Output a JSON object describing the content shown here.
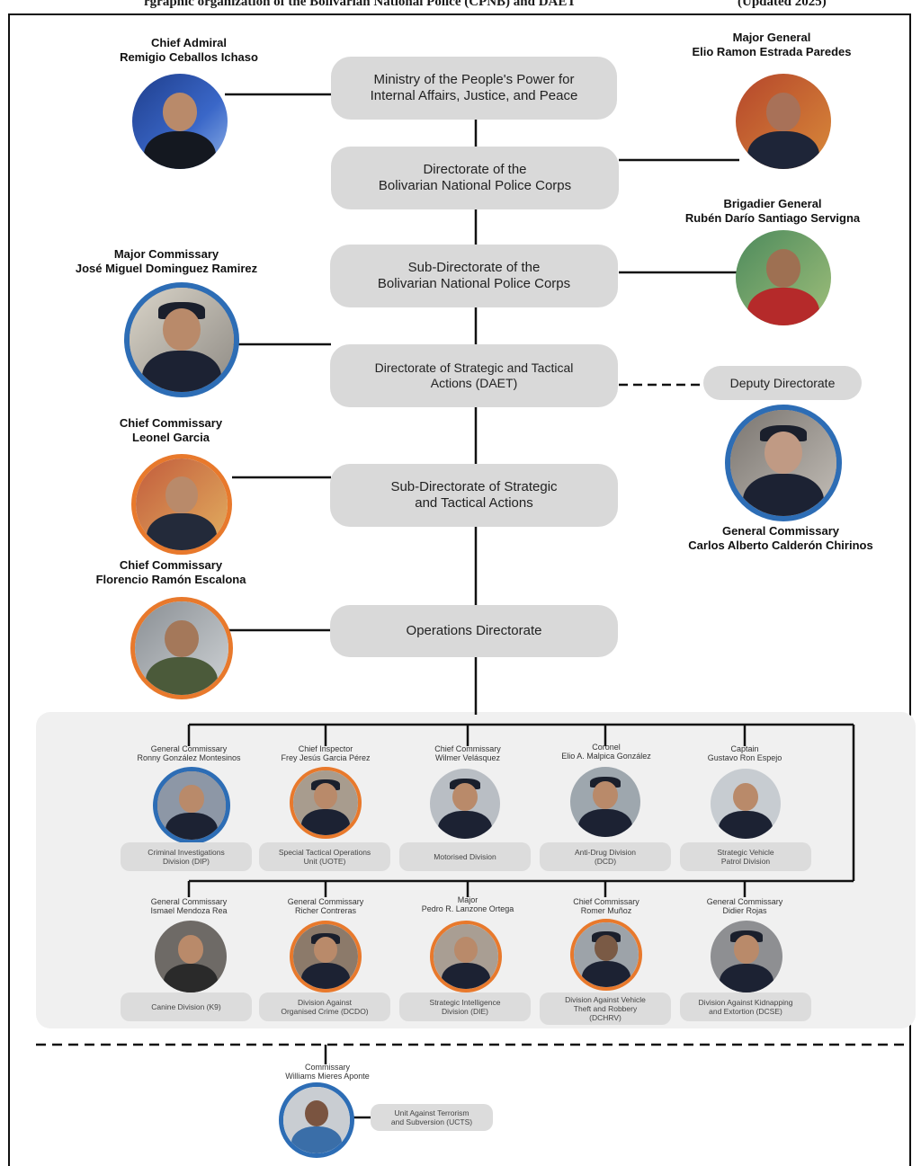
{
  "page_title": {
    "main": "rgraphic organization of the Bolivarian National Police (CPNB) and DAET",
    "tail": "(Updated 2025)"
  },
  "top_nodes": [
    {
      "id": "ministry",
      "text": "Ministry of the People's Power for\nInternal Affairs, Justice, and Peace"
    },
    {
      "id": "directorate-cpnb",
      "text": "Directorate of the\nBolivarian National Police Corps"
    },
    {
      "id": "subdirectorate-cpnb",
      "text": "Sub-Directorate of the\nBolivarian National Police Corps"
    },
    {
      "id": "daet",
      "text": "Directorate of Strategic and Tactical\nActions (DAET)"
    },
    {
      "id": "subdirectorate-daet",
      "text": "Sub-Directorate of Strategic\nand Tactical Actions"
    },
    {
      "id": "operations",
      "text": "Operations Directorate"
    }
  ],
  "deputy_node": {
    "text": "Deputy Directorate"
  },
  "top_people": [
    {
      "id": "ceballos",
      "name": "Chief Admiral\nRemigio Ceballos Ichaso"
    },
    {
      "id": "estrada",
      "name": "Major General\nElio Ramon Estrada Paredes"
    },
    {
      "id": "santiago",
      "name": "Brigadier General\nRubén Darío Santiago Servigna"
    },
    {
      "id": "dominguez",
      "name": "Major Commissary\nJosé Miguel Dominguez Ramirez"
    },
    {
      "id": "garcia",
      "name": "Chief Commissary\nLeonel Garcia"
    },
    {
      "id": "escalona",
      "name": "Chief Commissary\nFlorencio Ramón Escalona"
    },
    {
      "id": "calderon",
      "name": "General Commissary\nCarlos Alberto Calderón Chirinos"
    }
  ],
  "divisions_row1": [
    {
      "person": "General Commissary\nRonny González Montesinos",
      "division": "Criminal Investigations\nDivision (DIP)",
      "ring": "blue"
    },
    {
      "person": "Chief Inspector\nFrey Jesús Garcia Pérez",
      "division": "Special Tactical Operations\nUnit (UOTE)",
      "ring": "orange"
    },
    {
      "person": "Chief Commissary\nWilmer Velásquez",
      "division": "Motorised Division",
      "ring": "none"
    },
    {
      "person": "Coronel\nElio A. Malpica González",
      "division": "Anti-Drug Division\n(DCD)",
      "ring": "none"
    },
    {
      "person": "Captain\nGustavo Ron Espejo",
      "division": "Strategic Vehicle\nPatrol Division",
      "ring": "none"
    }
  ],
  "divisions_row2": [
    {
      "person": "General Commissary\nIsmael Mendoza Rea",
      "division": "Canine Division (K9)",
      "ring": "none"
    },
    {
      "person": "General Commissary\nRicher Contreras",
      "division": "Division Against\nOrganised Crime (DCDO)",
      "ring": "orange"
    },
    {
      "person": "Major\nPedro R. Lanzone Ortega",
      "division": "Strategic Intelligence\nDivision (DIE)",
      "ring": "orange"
    },
    {
      "person": "Chief Commissary\nRomer Muñoz",
      "division": "Division Against Vehicle\nTheft and Robbery\n(DCHRV)",
      "ring": "orange"
    },
    {
      "person": "General Commissary\nDidier Rojas",
      "division": "Division Against Kidnapping\nand Extortion (DCSE)",
      "ring": "none"
    }
  ],
  "bottom_unit": {
    "person": "Commissary\nWilliams Mieres Aponte",
    "division": "Unit Against Terrorism\nand Subversion (UCTS)"
  }
}
